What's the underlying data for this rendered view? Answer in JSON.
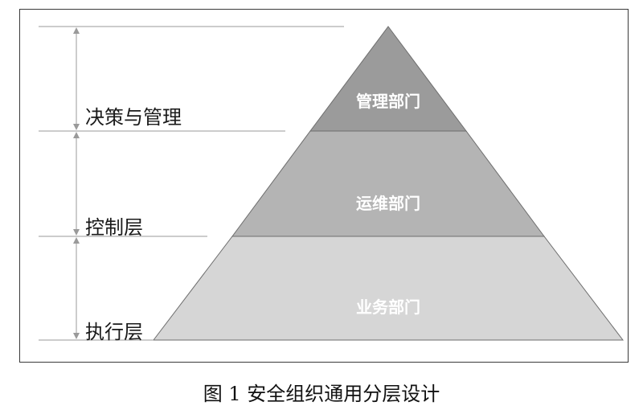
{
  "levels": {
    "decision": "决策与管理",
    "control": "控制层",
    "execution": "执行层"
  },
  "tiers": {
    "top": "管理部门",
    "middle": "运维部门",
    "bottom": "业务部门"
  },
  "caption": "图 1 安全组织通用分层设计",
  "colors": {
    "top": "#9b9b9b",
    "middle": "#b4b4b4",
    "bottom": "#d6d6d6",
    "lines": "#9a9a9a",
    "frame": "#3a3a3a"
  }
}
